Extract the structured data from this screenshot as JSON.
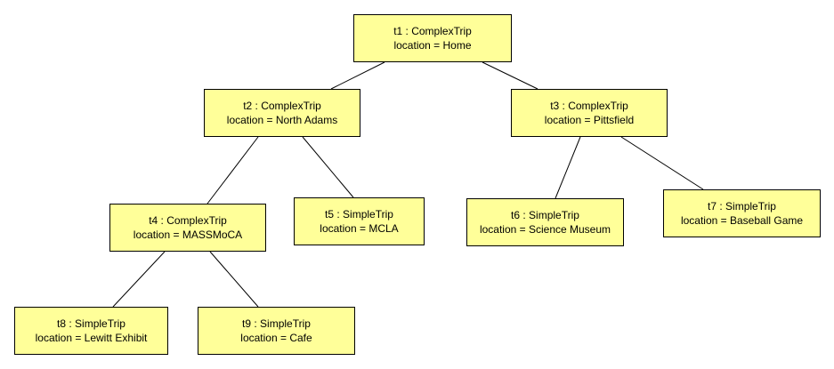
{
  "nodes": {
    "t1": {
      "header": "t1 : ComplexTrip",
      "attribute": "location = Home"
    },
    "t2": {
      "header": "t2 : ComplexTrip",
      "attribute": "location = North Adams"
    },
    "t3": {
      "header": "t3 : ComplexTrip",
      "attribute": "location = Pittsfield"
    },
    "t4": {
      "header": "t4 : ComplexTrip",
      "attribute": "location = MASSMoCA"
    },
    "t5": {
      "header": "t5 : SimpleTrip",
      "attribute": "location = MCLA"
    },
    "t6": {
      "header": "t6 : SimpleTrip",
      "attribute": "location = Science Museum"
    },
    "t7": {
      "header": "t7 : SimpleTrip",
      "attribute": "location = Baseball Game"
    },
    "t8": {
      "header": "t8 : SimpleTrip",
      "attribute": "location = Lewitt Exhibit"
    },
    "t9": {
      "header": "t9 : SimpleTrip",
      "attribute": "location = Cafe"
    }
  },
  "links": [
    {
      "from": "t1",
      "to": "t2"
    },
    {
      "from": "t1",
      "to": "t3"
    },
    {
      "from": "t2",
      "to": "t4"
    },
    {
      "from": "t2",
      "to": "t5"
    },
    {
      "from": "t3",
      "to": "t6"
    },
    {
      "from": "t3",
      "to": "t7"
    },
    {
      "from": "t4",
      "to": "t8"
    },
    {
      "from": "t4",
      "to": "t9"
    }
  ],
  "colors": {
    "node_fill": "#ffff99",
    "node_border": "#000000",
    "link": "#000000"
  }
}
